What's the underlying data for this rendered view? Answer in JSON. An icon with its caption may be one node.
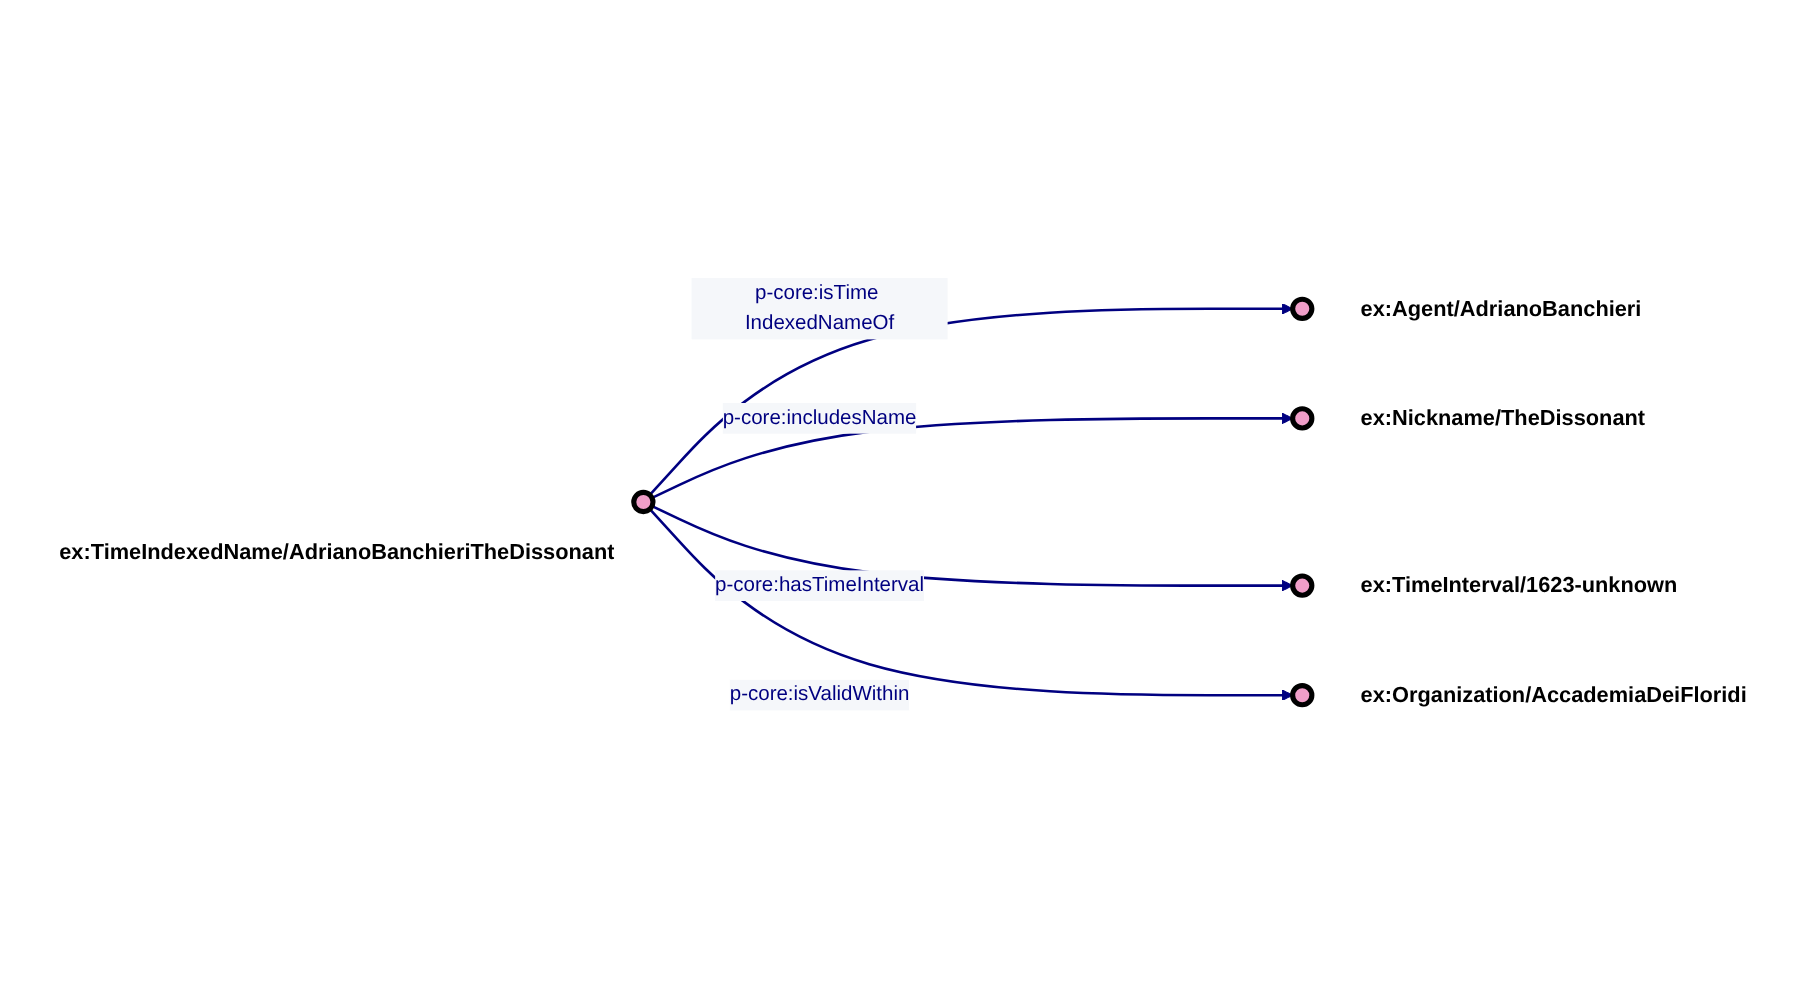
{
  "diagram": {
    "nodes": [
      {
        "text": [],
        "shape": "circle",
        "beside": [
          "ex:Agent/AdrianoBanchieri"
        ]
      },
      {
        "text": [],
        "shape": "circle",
        "beside": [
          "ex:Nickname/TheDissonant"
        ]
      },
      {
        "text": [],
        "shape": "circle",
        "beside": [
          "ex:TimeIndexedName/AdrianoBanchieriTheDissonant"
        ]
      },
      {
        "text": [],
        "shape": "circle",
        "beside": [
          "ex:TimeInterval/1623-unknown"
        ]
      },
      {
        "text": [],
        "shape": "circle",
        "beside": [
          "ex:Organization/AccademiaDeiFloridi"
        ]
      }
    ],
    "edges": [
      {
        "from": 2,
        "to": 0,
        "arrow": "to",
        "label": "p-core:isTime IndexedNameOf"
      },
      {
        "from": 2,
        "to": 1,
        "arrow": "to",
        "label": "p-core:includesName"
      },
      {
        "from": 2,
        "to": 3,
        "arrow": "to",
        "label": "p-core:hasTimeInterval"
      },
      {
        "from": 2,
        "to": 4,
        "arrow": "to",
        "label": "p-core:isValidWithin"
      }
    ]
  }
}
